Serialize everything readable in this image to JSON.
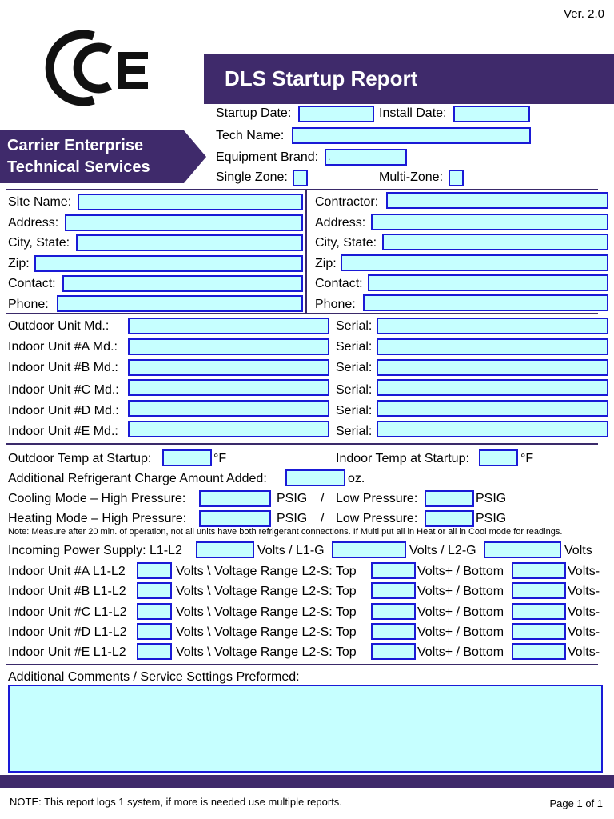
{
  "header": {
    "version": "Ver. 2.0",
    "report_title": "DLS Startup Report",
    "org_line1": "Carrier Enterprise",
    "org_line2": "Technical Services",
    "colors": {
      "purple": "#3f2a6b",
      "field_fill": "#c6ffff",
      "field_border": "#1a1ad6"
    }
  },
  "top_fields": {
    "startup_date": {
      "label": "Startup Date:",
      "value": ""
    },
    "install_date": {
      "label": "Install Date:",
      "value": ""
    },
    "tech_name": {
      "label": "Tech Name:",
      "value": ""
    },
    "equipment_brand": {
      "label": "Equipment Brand:",
      "value": "."
    },
    "single_zone": {
      "label": "Single Zone:",
      "checked": false
    },
    "multi_zone": {
      "label": "Multi-Zone:",
      "checked": false
    }
  },
  "site": {
    "name_label": "Site Name:",
    "address_label": "Address:",
    "city_label": "City, State:",
    "zip_label": "Zip:",
    "contact_label": "Contact:",
    "phone_label": "Phone:"
  },
  "contractor": {
    "name_label": "Contractor:",
    "address_label": "Address:",
    "city_label": "City, State:",
    "zip_label": "Zip:",
    "contact_label": "Contact:",
    "phone_label": "Phone:"
  },
  "units": {
    "serial_label": "Serial:",
    "rows": [
      {
        "label": "Outdoor Unit Md.:"
      },
      {
        "label": "Indoor Unit #A Md.:"
      },
      {
        "label": "Indoor Unit #B Md.:"
      },
      {
        "label": "Indoor Unit #C Md.:"
      },
      {
        "label": "Indoor Unit #D Md.:"
      },
      {
        "label": "Indoor Unit #E Md.:"
      }
    ]
  },
  "readings": {
    "outdoor_temp_label": "Outdoor Temp at Startup:",
    "indoor_temp_label": "Indoor Temp at Startup:",
    "deg_f": "°F",
    "refrigerant_label": "Additional Refrigerant Charge Amount Added:",
    "oz": "oz.",
    "cooling_high_label": "Cooling Mode – High Pressure:",
    "heating_high_label": "Heating Mode – High Pressure:",
    "psig": "PSIG",
    "slash": "/",
    "low_pressure_label": "Low Pressure:",
    "note": "Note: Measure after 20 min. of operation, not all units have both refrigerant connections. If Multi put all in Heat or all in Cool mode for readings."
  },
  "power": {
    "incoming_label": "Incoming Power Supply: L1-L2",
    "volts_l1g": "Volts / L1-G",
    "volts_l2g": "Volts / L2-G",
    "volts": "Volts",
    "volts_range": "Volts \\ Voltage Range L2-S: Top",
    "volts_plus_bottom": "Volts+ / Bottom",
    "volts_minus": "Volts-",
    "rows": [
      {
        "label": "Indoor Unit #A L1-L2"
      },
      {
        "label": "Indoor Unit #B L1-L2"
      },
      {
        "label": "Indoor Unit #C L1-L2"
      },
      {
        "label": "Indoor Unit #D L1-L2"
      },
      {
        "label": "Indoor Unit #E L1-L2"
      }
    ]
  },
  "comments": {
    "label": "Additional Comments / Service Settings Preformed:",
    "value": ""
  },
  "footer": {
    "note": "NOTE: This report logs 1 system, if more is needed use multiple reports.",
    "page": "Page 1 of 1"
  }
}
